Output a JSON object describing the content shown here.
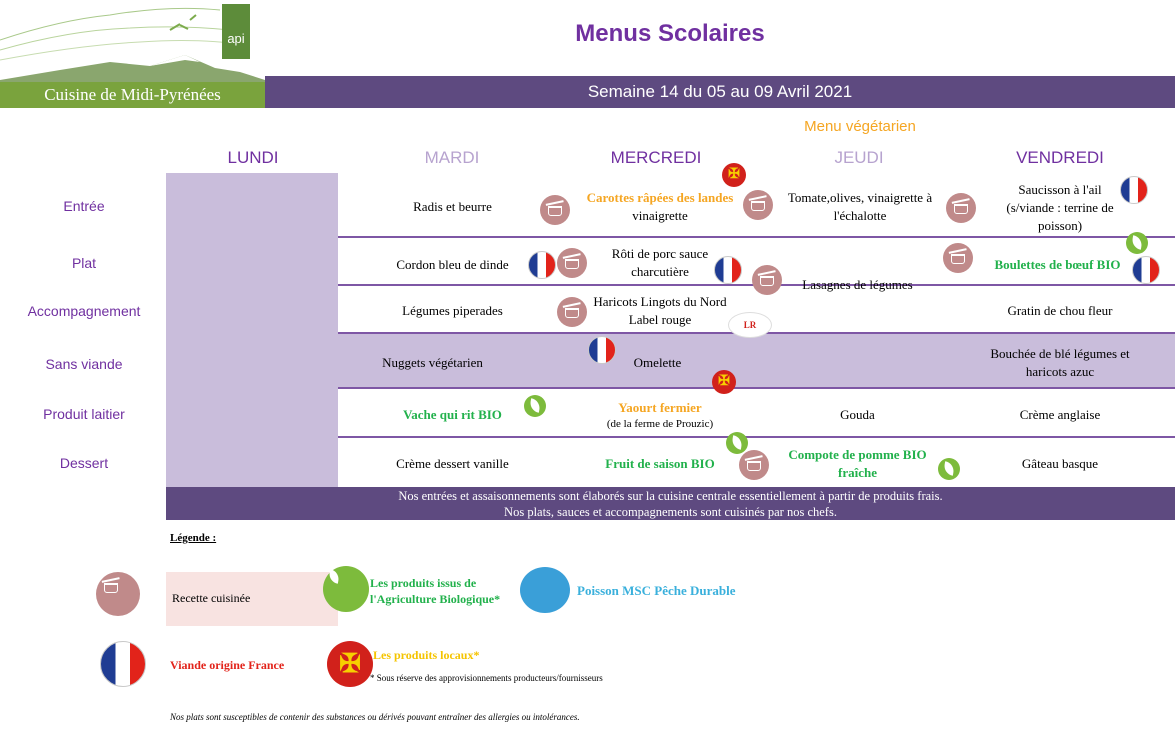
{
  "logo": {
    "brand": "Cuisine de Midi-Pyrénées",
    "badge": "api"
  },
  "title": "Menus Scolaires",
  "week": "Semaine 14 du 05 au 09 Avril 2021",
  "note_vegetarian": "Menu végétarien",
  "days": [
    "LUNDI",
    "MARDI",
    "MERCREDI",
    "JEUDI",
    "VENDREDI"
  ],
  "rows": [
    "Entrée",
    "Plat",
    "Accompagnement",
    "Sans viande",
    "Produit laitier",
    "Dessert"
  ],
  "menu": {
    "mardi": {
      "entree": "Radis et beurre",
      "plat": "Cordon bleu de dinde",
      "accomp": "Légumes piperades",
      "sans_viande": "Nuggets végétarien",
      "laitier": "Vache qui rit BIO",
      "dessert": "Crème dessert vanille"
    },
    "mercredi": {
      "entree_1": "Carottes râpées des landes",
      "entree_2": "vinaigrette",
      "plat": "Rôti de porc sauce charcutière",
      "accomp": "Haricots Lingots du Nord Label rouge",
      "sans_viande": "Omelette",
      "laitier_1": "Yaourt fermier",
      "laitier_2": "(de la ferme de Prouzic)",
      "dessert": "Fruit de saison BIO"
    },
    "jeudi": {
      "entree": "Tomate,olives, vinaigrette à l'échalotte",
      "plat": "Lasagnes de légumes",
      "laitier": "Gouda",
      "dessert": "Compote de pomme BIO fraîche"
    },
    "vendredi": {
      "entree": "Saucisson à l'ail (s/viande : terrine de poisson)",
      "plat": "Boulettes de bœuf BIO",
      "accomp": "Gratin de chou fleur",
      "sans_viande": "Bouchée de blé légumes et haricots azuc",
      "laitier": "Crème anglaise",
      "dessert": "Gâteau basque"
    }
  },
  "footer_banner": {
    "line1": "Nos entrées et assaisonnements sont élaborés sur la cuisine centrale essentiellement à partir de produits frais.",
    "line2": "Nos plats, sauces et accompagnements sont cuisinés par nos chefs."
  },
  "legend": {
    "title": "Légende :",
    "recette": "Recette cuisinée",
    "bio": "Les produits issus de l'Agriculture Biologique*",
    "msc": "Poisson MSC Pêche Durable",
    "viande": "Viande origine France",
    "locaux": "Les produits locaux*",
    "reserve": "* Sous réserve des approvisionnements producteurs/fournisseurs",
    "allergies": "Nos plats sont susceptibles de contenir des substances ou dérivés pouvant entraîner des allergies ou intolérances."
  },
  "icons": {
    "pot": "cooked-recipe-icon",
    "flag": "france-flag-icon",
    "leaf": "organic-leaf-icon",
    "occitan": "occitan-cross-icon",
    "fish": "msc-fish-icon",
    "label_rouge": "label-rouge-icon"
  },
  "colors": {
    "purple": "#7030a0",
    "banner": "#5e4a80",
    "lunch_fill": "#c9bddb",
    "green": "#22b14c",
    "orange": "#f5a623"
  }
}
